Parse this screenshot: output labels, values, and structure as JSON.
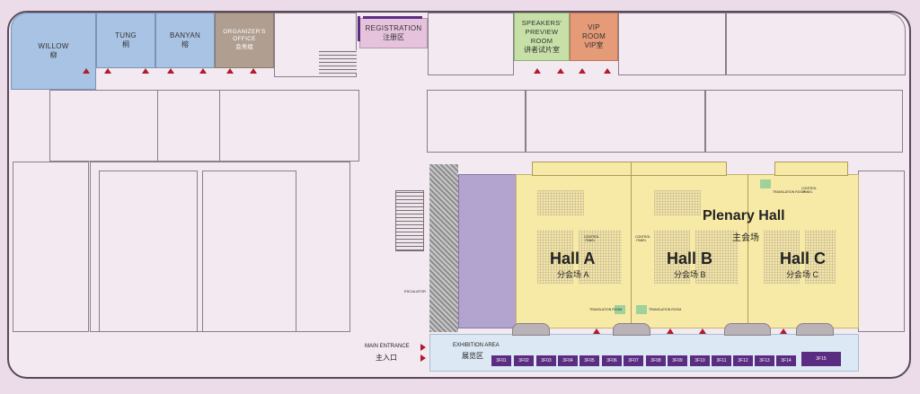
{
  "rooms": {
    "willow": {
      "en": "WILLOW",
      "zh": "柳"
    },
    "tung": {
      "en": "TUNG",
      "zh": "桐"
    },
    "banyan": {
      "en": "BANYAN",
      "zh": "榕"
    },
    "organizer": {
      "en": "ORGANIZER'S OFFICE",
      "zh": "会务组"
    },
    "registration": {
      "en": "REGISTRATION",
      "zh": "注册区"
    },
    "speakers": {
      "en": "SPEAKERS' PREVIEW ROOM",
      "zh": "讲者试片室"
    },
    "vip": {
      "en": "VIP ROOM",
      "zh": "VIP室"
    }
  },
  "plenary": {
    "en": "Plenary Hall",
    "zh": "主会场"
  },
  "halls": [
    {
      "en": "Hall A",
      "zh": "分会场 A"
    },
    {
      "en": "Hall B",
      "zh": "分会场 B"
    },
    {
      "en": "Hall C",
      "zh": "分会场 C"
    }
  ],
  "small_labels": {
    "control_panel": "CONTROL PANEL",
    "translation_room": "TRANSLATION ROOM",
    "escalator": "ESCALATOR"
  },
  "entrance": {
    "en": "MAIN ENTRANCE",
    "zh": "主入口"
  },
  "exhibition": {
    "en": "EXHIBITION AREA",
    "zh": "展览区"
  },
  "booths": [
    "3F01",
    "3F02",
    "3F03",
    "3F04",
    "3F05",
    "3F06",
    "3F07",
    "3F08",
    "3F09",
    "3F10",
    "3F11",
    "3F12",
    "3F13",
    "3F14",
    "3F15"
  ],
  "colors": {
    "willow_tung_banyan": "#a9c3e4",
    "organizer": "#b09e90",
    "registration": "#e6c3dc",
    "speakers": "#c6e0a8",
    "vip": "#e59a78",
    "plenary": "#f7eaa6",
    "purple_area": "#b3a3cf",
    "exhibition": "#dce8f4",
    "booth": "#5b2d82",
    "arrow": "#b01a2a"
  }
}
